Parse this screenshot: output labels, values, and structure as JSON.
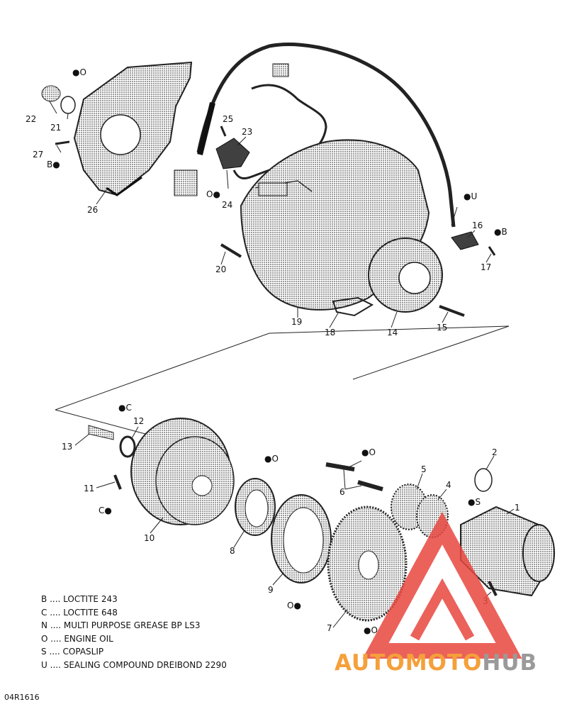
{
  "callouts": [
    {
      "id": "c1",
      "text": "1"
    },
    {
      "id": "c2",
      "text": "2"
    },
    {
      "id": "c3",
      "text": "3"
    },
    {
      "id": "c4",
      "text": "4"
    },
    {
      "id": "c5",
      "text": "5"
    },
    {
      "id": "c6",
      "text": "6"
    },
    {
      "id": "c7",
      "text": "7"
    },
    {
      "id": "c8",
      "text": "8"
    },
    {
      "id": "c9",
      "text": "9"
    },
    {
      "id": "c10",
      "text": "10"
    },
    {
      "id": "c11",
      "text": "11"
    },
    {
      "id": "c12",
      "text": "12"
    },
    {
      "id": "c13",
      "text": "13"
    },
    {
      "id": "c14",
      "text": "14"
    },
    {
      "id": "c15",
      "text": "15"
    },
    {
      "id": "c16",
      "text": "16"
    },
    {
      "id": "c17",
      "text": "17"
    },
    {
      "id": "c18",
      "text": "18"
    },
    {
      "id": "c19",
      "text": "19"
    },
    {
      "id": "c20",
      "text": "20"
    },
    {
      "id": "c21",
      "text": "21"
    },
    {
      "id": "c22",
      "text": "22"
    },
    {
      "id": "c23",
      "text": "23"
    },
    {
      "id": "c24",
      "text": "24"
    },
    {
      "id": "c25",
      "text": "25"
    },
    {
      "id": "c26",
      "text": "26"
    },
    {
      "id": "c27",
      "text": "27"
    }
  ],
  "markers": {
    "m_o_21": "O",
    "m_b_27": "B",
    "m_o_24": "O",
    "m_u_16": "U",
    "m_b_17": "B",
    "m_c_13": "C",
    "m_c_11": "C",
    "m_o_8": "O",
    "m_o_6": "O",
    "m_s_1": "S",
    "m_o_9": "O",
    "m_o_7": "O"
  },
  "legend": [
    {
      "code": "B",
      "text": ".... LOCTITE 243"
    },
    {
      "code": "C",
      "text": ".... LOCTITE 648"
    },
    {
      "code": "N",
      "text": ".... MULTI PURPOSE GREASE BP LS3"
    },
    {
      "code": "O",
      "text": ".... ENGINE OIL"
    },
    {
      "code": "S",
      "text": ".... COPASLIP"
    },
    {
      "code": "U",
      "text": ".... SEALING COMPOUND DREIBOND 2290"
    }
  ],
  "diagram_code": "04R1616",
  "watermark": {
    "part1": "AUTOMOTO",
    "part2": "HUB",
    "color1": "#f5a03a",
    "color2": "#9a9a9a",
    "logo_color": "#e8473f"
  }
}
